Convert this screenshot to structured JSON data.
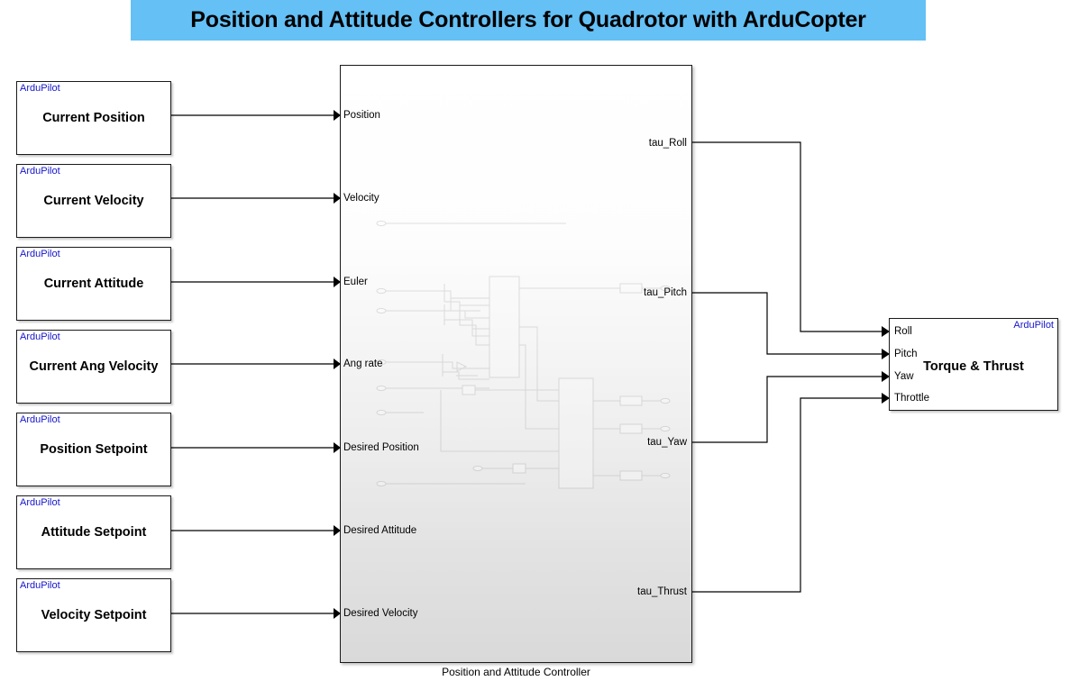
{
  "banner": {
    "title": "Position and Attitude Controllers for Quadrotor with ArduCopter",
    "background_color": "#64c0f5",
    "text_color": "#000000"
  },
  "theme": {
    "block_border": "#1a1a1a",
    "tag_color": "#1414cc",
    "wire_color": "#000000",
    "canvas_background": "#ffffff"
  },
  "source_blocks": [
    {
      "tag": "ArduPilot",
      "title": "Current Position"
    },
    {
      "tag": "ArduPilot",
      "title": "Current Velocity"
    },
    {
      "tag": "ArduPilot",
      "title": "Current Attitude"
    },
    {
      "tag": "ArduPilot",
      "title": "Current Ang Velocity"
    },
    {
      "tag": "ArduPilot",
      "title": "Position Setpoint"
    },
    {
      "tag": "ArduPilot",
      "title": "Attitude Setpoint"
    },
    {
      "tag": "ArduPilot",
      "title": "Velocity Setpoint"
    }
  ],
  "controller": {
    "caption": "Position and Attitude Controller",
    "inputs": [
      {
        "label": "Position"
      },
      {
        "label": "Velocity"
      },
      {
        "label": "Euler"
      },
      {
        "label": "Ang rate"
      },
      {
        "label": "Desired Position"
      },
      {
        "label": "Desired Attitude"
      },
      {
        "label": "Desired Velocity"
      }
    ],
    "outputs": [
      {
        "label": "tau_Roll"
      },
      {
        "label": "tau_Pitch"
      },
      {
        "label": "tau_Yaw"
      },
      {
        "label": "tau_Thrust"
      }
    ]
  },
  "sink_block": {
    "tag": "ArduPilot",
    "title": "Torque & Thrust",
    "inputs": [
      {
        "label": "Roll"
      },
      {
        "label": "Pitch"
      },
      {
        "label": "Yaw"
      },
      {
        "label": "Throttle"
      }
    ]
  }
}
